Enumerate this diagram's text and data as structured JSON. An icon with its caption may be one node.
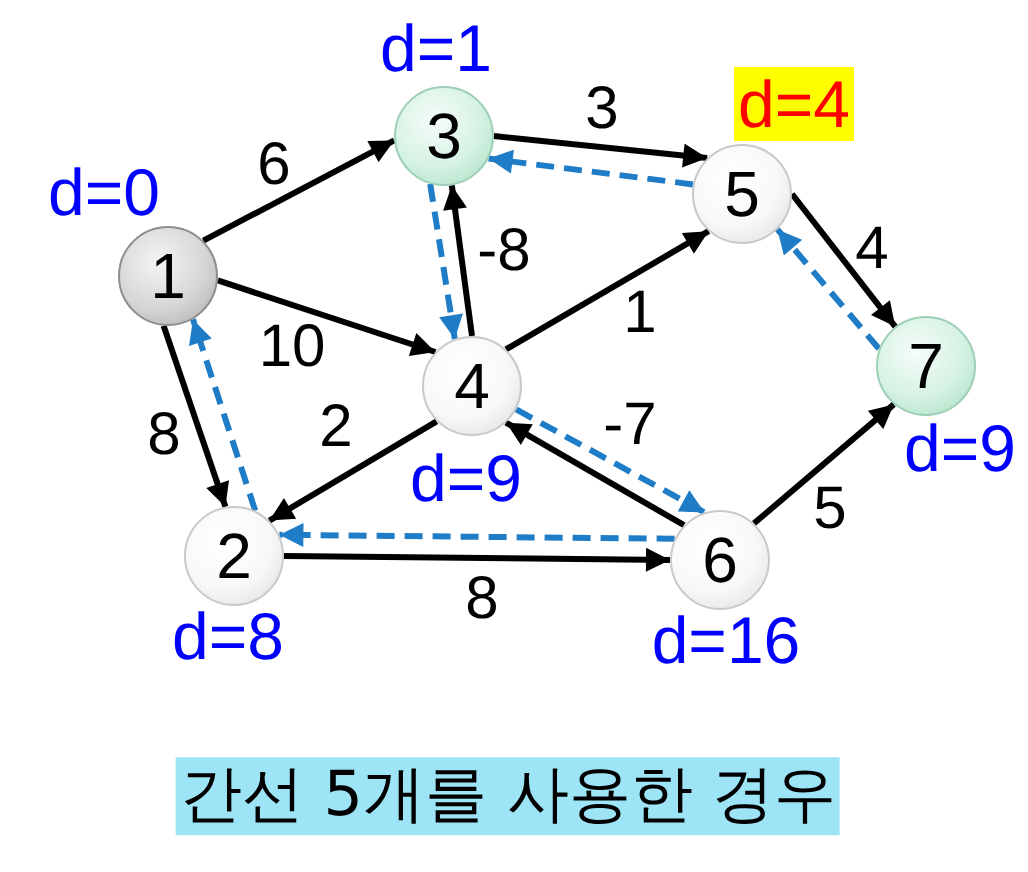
{
  "diagram": {
    "nodes": [
      {
        "text": [
          "1"
        ],
        "beside": [
          "d=0"
        ]
      },
      {
        "text": [
          "2"
        ],
        "beside": [
          "d=8"
        ]
      },
      {
        "text": [
          "3"
        ],
        "beside": [
          "d=1"
        ]
      },
      {
        "text": [
          "4"
        ],
        "beside": [
          "d=9"
        ]
      },
      {
        "text": [
          "5"
        ],
        "beside": [
          "d=4"
        ]
      },
      {
        "text": [
          "6"
        ],
        "beside": [
          "d=16"
        ]
      },
      {
        "text": [
          "7"
        ],
        "beside": [
          "d=9"
        ]
      }
    ],
    "edges": [
      {
        "from": 0,
        "to": 2,
        "arrow": "to",
        "label": "6"
      },
      {
        "from": 0,
        "to": 3,
        "arrow": "to",
        "label": "10"
      },
      {
        "from": 0,
        "to": 1,
        "arrow": "to",
        "label": "8"
      },
      {
        "from": 2,
        "to": 4,
        "arrow": "to",
        "label": "3"
      },
      {
        "from": 3,
        "to": 2,
        "arrow": "to",
        "label": "-8"
      },
      {
        "from": 3,
        "to": 4,
        "arrow": "to",
        "label": "1"
      },
      {
        "from": 3,
        "to": 1,
        "arrow": "to",
        "label": "2"
      },
      {
        "from": 1,
        "to": 5,
        "arrow": "to",
        "label": "8"
      },
      {
        "from": 5,
        "to": 3,
        "arrow": "to",
        "label": "-7"
      },
      {
        "from": 5,
        "to": 6,
        "arrow": "to",
        "label": "5"
      },
      {
        "from": 4,
        "to": 6,
        "arrow": "to",
        "label": "4"
      },
      {
        "from": 4,
        "to": 2,
        "arrow": "to",
        "style": "dashed",
        "color": "#1f7cc6"
      },
      {
        "from": 2,
        "to": 3,
        "arrow": "to",
        "style": "dashed",
        "color": "#1f7cc6"
      },
      {
        "from": 3,
        "to": 5,
        "arrow": "to",
        "style": "dashed",
        "color": "#1f7cc6"
      },
      {
        "from": 5,
        "to": 1,
        "arrow": "to",
        "style": "dashed",
        "color": "#1f7cc6"
      },
      {
        "from": 1,
        "to": 0,
        "arrow": "to",
        "style": "dashed",
        "color": "#1f7cc6"
      },
      {
        "from": 6,
        "to": 4,
        "arrow": "to",
        "style": "dashed",
        "color": "#1f7cc6"
      }
    ],
    "caption": "간선 5개를 사용한 경우"
  }
}
